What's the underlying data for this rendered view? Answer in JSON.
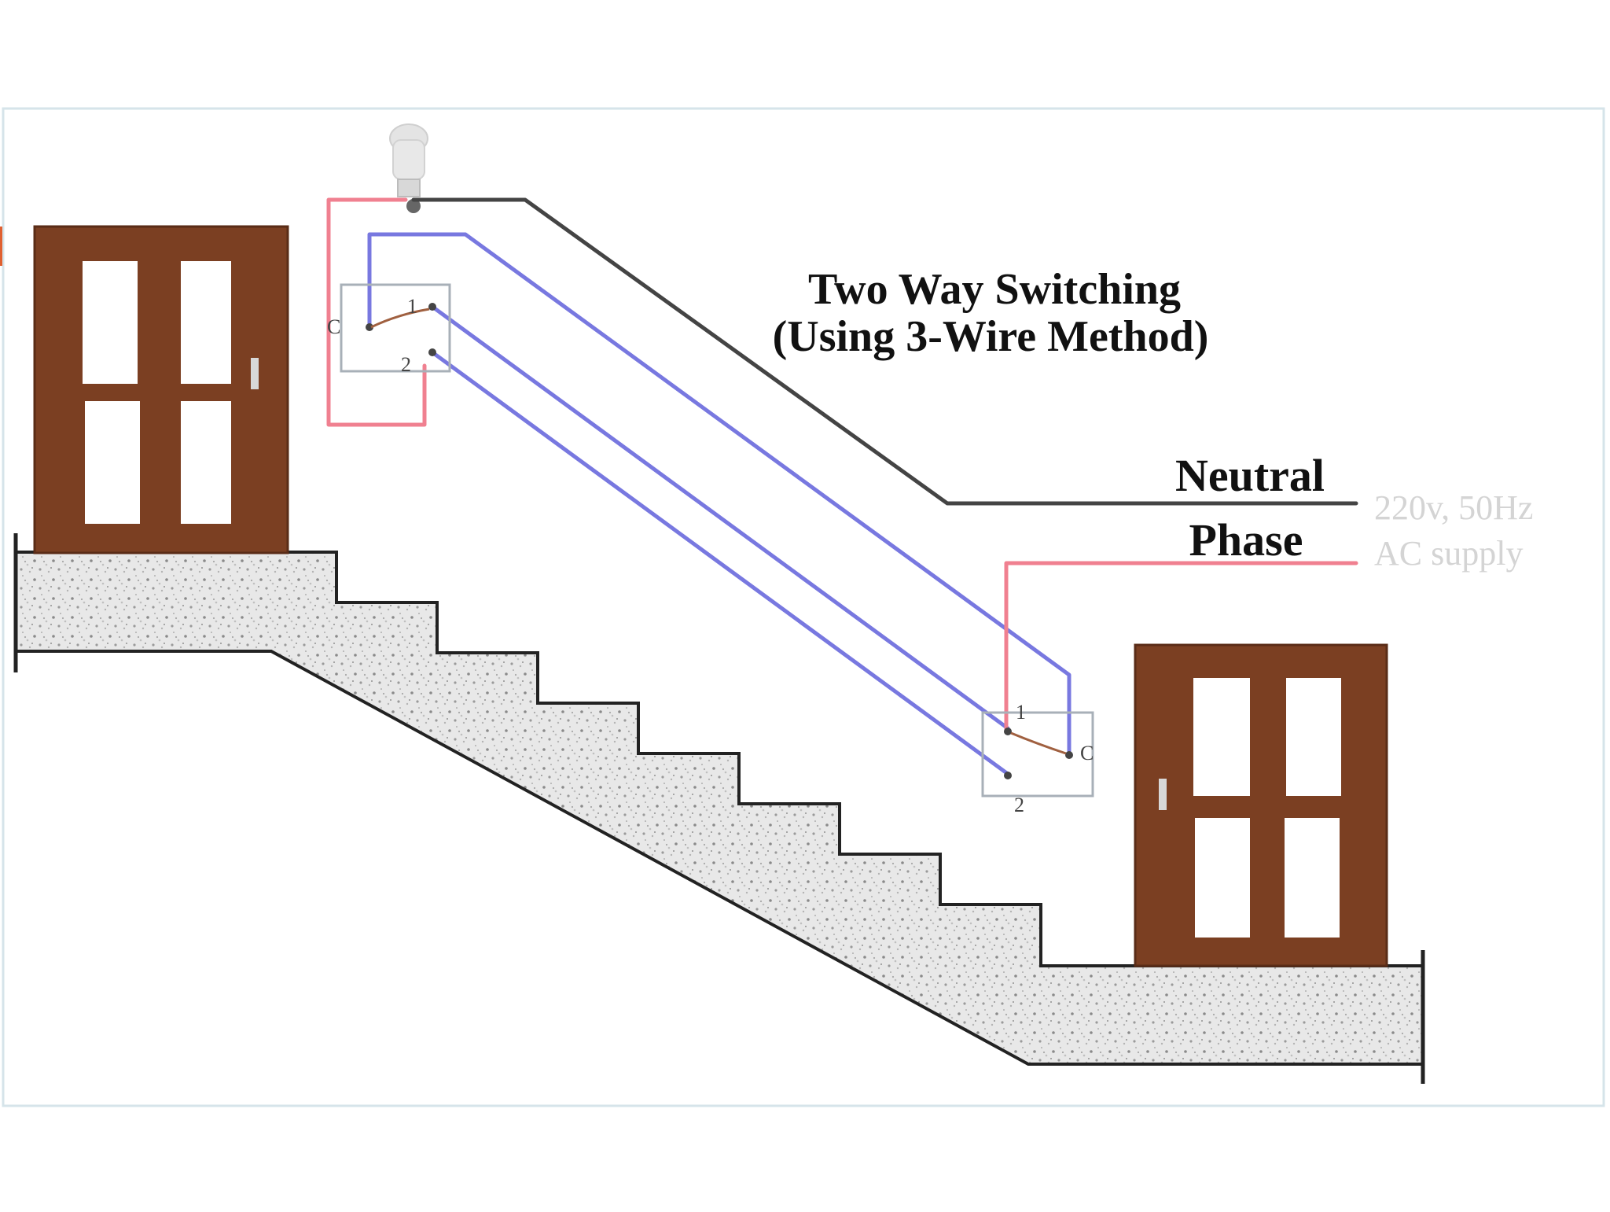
{
  "diagram": {
    "title_line1": "Two Way Switching",
    "title_line2": "(Using 3-Wire Method)",
    "neutral_label": "Neutral",
    "phase_label": "Phase",
    "supply_line1": "220v, 50Hz",
    "supply_line2": "AC supply",
    "switch_top": {
      "terminal_common": "C",
      "terminal_1": "1",
      "terminal_2": "2"
    },
    "switch_bottom": {
      "terminal_common": "C",
      "terminal_1": "1",
      "terminal_2": "2"
    },
    "colors": {
      "phase_wire": "#f08090",
      "traveler_wire": "#7878e0",
      "neutral_wire": "#444444",
      "door_frame": "#7b3f22",
      "door_panel": "#ffffff",
      "concrete": "#e6e6e6",
      "outline": "#333333"
    }
  }
}
